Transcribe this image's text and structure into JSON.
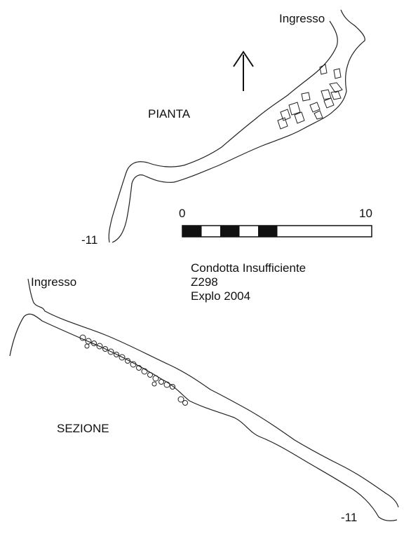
{
  "plan": {
    "title": "PIANTA",
    "entrance_label": "Ingresso",
    "depth_label": "-11"
  },
  "section": {
    "title": "SEZIONE",
    "entrance_label": "Ingresso",
    "depth_label": "-11"
  },
  "scale_bar": {
    "start_label": "0",
    "end_label": "10"
  },
  "info": {
    "name": "Condotta Insufficiente",
    "code": "Z298",
    "exploration": "Explo 2004"
  },
  "colors": {
    "ink": "#111111",
    "background": "#ffffff"
  },
  "icons": {
    "north_arrow": "north-arrow-icon"
  }
}
